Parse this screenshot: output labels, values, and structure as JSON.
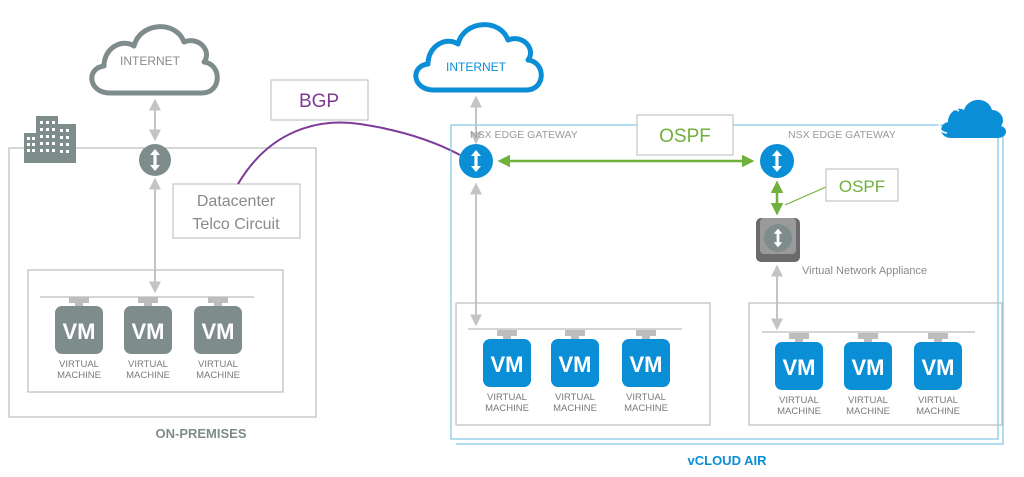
{
  "colors": {
    "gray": "#7f8c8c",
    "gray_light": "#bbbbbb",
    "blue": "#0a8fd6",
    "purple": "#7d3a96",
    "green": "#6fb13a"
  },
  "on_premises": {
    "internet_label": "INTERNET",
    "circuit_line1": "Datacenter",
    "circuit_line2": "Telco Circuit",
    "section_label": "ON-PREMISES",
    "vms": [
      {
        "icon": "VM",
        "line1": "VIRTUAL",
        "line2": "MACHINE"
      },
      {
        "icon": "VM",
        "line1": "VIRTUAL",
        "line2": "MACHINE"
      },
      {
        "icon": "VM",
        "line1": "VIRTUAL",
        "line2": "MACHINE"
      }
    ]
  },
  "bgp_label": "BGP",
  "vcloud": {
    "internet_label": "INTERNET",
    "edge_gateway_left": "NSX EDGE GATEWAY",
    "edge_gateway_right": "NSX EDGE GATEWAY",
    "ospf_main": "OSPF",
    "ospf_appliance": "OSPF",
    "appliance_label": "Virtual Network Appliance",
    "section_label": "vCLOUD AIR",
    "vms_left": [
      {
        "icon": "VM",
        "line1": "VIRTUAL",
        "line2": "MACHINE"
      },
      {
        "icon": "VM",
        "line1": "VIRTUAL",
        "line2": "MACHINE"
      },
      {
        "icon": "VM",
        "line1": "VIRTUAL",
        "line2": "MACHINE"
      }
    ],
    "vms_right": [
      {
        "icon": "VM",
        "line1": "VIRTUAL",
        "line2": "MACHINE"
      },
      {
        "icon": "VM",
        "line1": "VIRTUAL",
        "line2": "MACHINE"
      },
      {
        "icon": "VM",
        "line1": "VIRTUAL",
        "line2": "MACHINE"
      }
    ]
  }
}
